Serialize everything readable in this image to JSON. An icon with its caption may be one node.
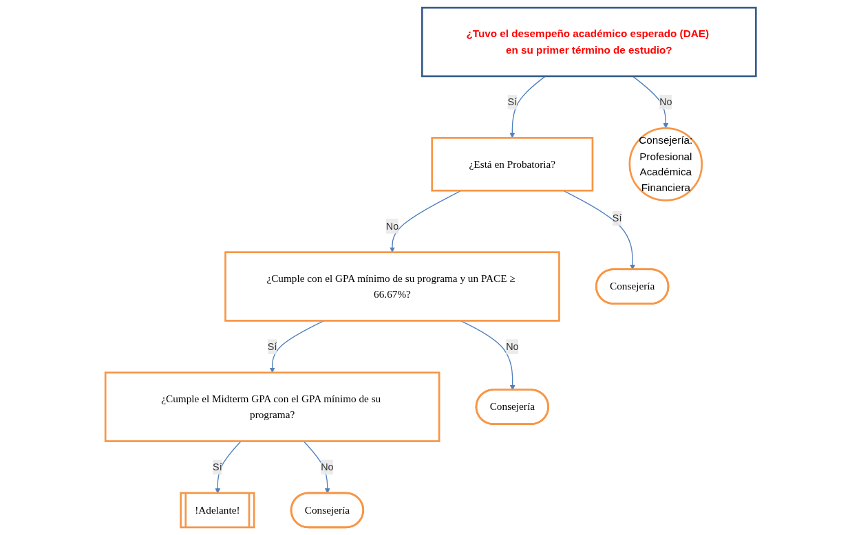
{
  "diagram": {
    "nodes": [
      {
        "text": [
          "¿Tuvo el desempeño académico esperado (DAE) en su primer término de estudio?"
        ]
      },
      {
        "text": [
          "¿Está en Probatoria?"
        ]
      },
      {
        "text": [
          "Consejería:",
          "Profesional",
          "Académica",
          "Financiera"
        ]
      },
      {
        "text": [
          "¿Cumple con el GPA mínimo de su programa y un PACE ≥ 66.67%?"
        ]
      },
      {
        "text": [
          "Consejería"
        ]
      },
      {
        "text": [
          "¿Cumple el Midterm GPA con el GPA mínimo de su programa?"
        ]
      },
      {
        "text": [
          "Consejería"
        ]
      },
      {
        "text": [
          "!Adelante!"
        ]
      },
      {
        "text": [
          "Consejería"
        ]
      }
    ],
    "edges": [
      {
        "from": 0,
        "to": 1,
        "arrow": "to",
        "label": "Sí"
      },
      {
        "from": 0,
        "to": 2,
        "arrow": "to",
        "label": "No"
      },
      {
        "from": 1,
        "to": 3,
        "arrow": "to",
        "label": "No"
      },
      {
        "from": 1,
        "to": 4,
        "arrow": "to",
        "label": "Sí"
      },
      {
        "from": 3,
        "to": 5,
        "arrow": "to",
        "label": "Sí"
      },
      {
        "from": 3,
        "to": 6,
        "arrow": "to",
        "label": "No"
      },
      {
        "from": 5,
        "to": 7,
        "arrow": "to",
        "label": "Sí"
      },
      {
        "from": 5,
        "to": 8,
        "arrow": "to",
        "label": "No"
      }
    ]
  }
}
